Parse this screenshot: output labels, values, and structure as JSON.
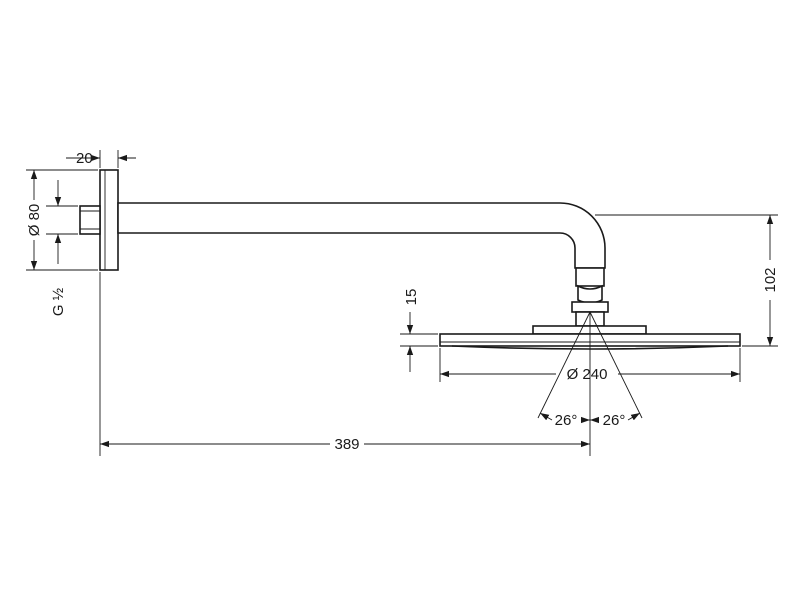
{
  "dimensions": {
    "flange_thickness": "20",
    "flange_diameter": "Ø 80",
    "thread": "G ½",
    "arm_projection": "389",
    "drop_height": "102",
    "head_thickness": "15",
    "head_diameter": "Ø 240",
    "spray_angle_left": "26°",
    "spray_angle_right": "26°"
  }
}
